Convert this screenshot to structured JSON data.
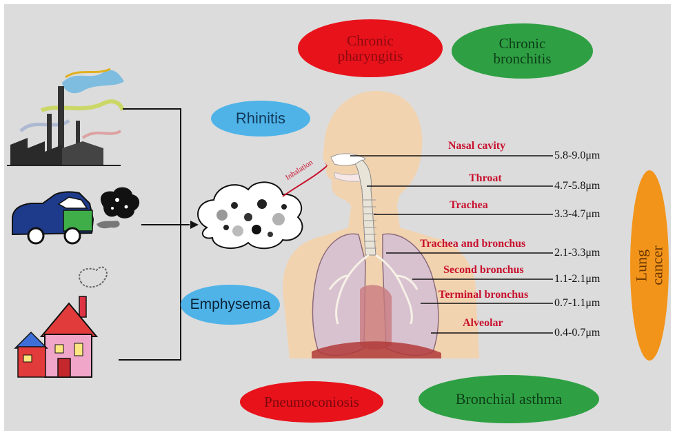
{
  "diseases": {
    "chronic_pharyngitis": "Chronic pharyngitis",
    "chronic_bronchitis": "Chronic bronchitis",
    "rhinitis": "Rhinitis",
    "emphysema": "Emphysema",
    "lung_cancer": "Lung cancer",
    "pneumoconiosis": "Pneumoconiosis",
    "bronchial_asthma": "Bronchial asthma"
  },
  "inhalation_label": "Inhalation",
  "deposition": [
    {
      "region": "Nasal cavity",
      "size": "5.8-9.0μm"
    },
    {
      "region": "Throat",
      "size": "4.7-5.8μm"
    },
    {
      "region": "Trachea",
      "size": "3.3-4.7μm"
    },
    {
      "region": "Trachea and bronchus",
      "size": "2.1-3.3μm"
    },
    {
      "region": "Second bronchus",
      "size": "1.1-2.1μm"
    },
    {
      "region": "Terminal bronchus",
      "size": "0.7-1.1μm"
    },
    {
      "region": "Alveolar",
      "size": "0.4-0.7μm"
    }
  ],
  "colors": {
    "background": "#dcdcdc",
    "red_ellipse": "#e8121b",
    "green_ellipse": "#2ea043",
    "blue_ellipse": "#4fb3e8",
    "orange_ellipse": "#f2941a",
    "label_red": "#c8102e",
    "skin": "#f2d3b0",
    "lung": "#d9c2d0"
  },
  "icons": [
    "factory-icon",
    "car-icon",
    "house-icon",
    "particle-cloud-icon",
    "human-respiratory-icon"
  ]
}
